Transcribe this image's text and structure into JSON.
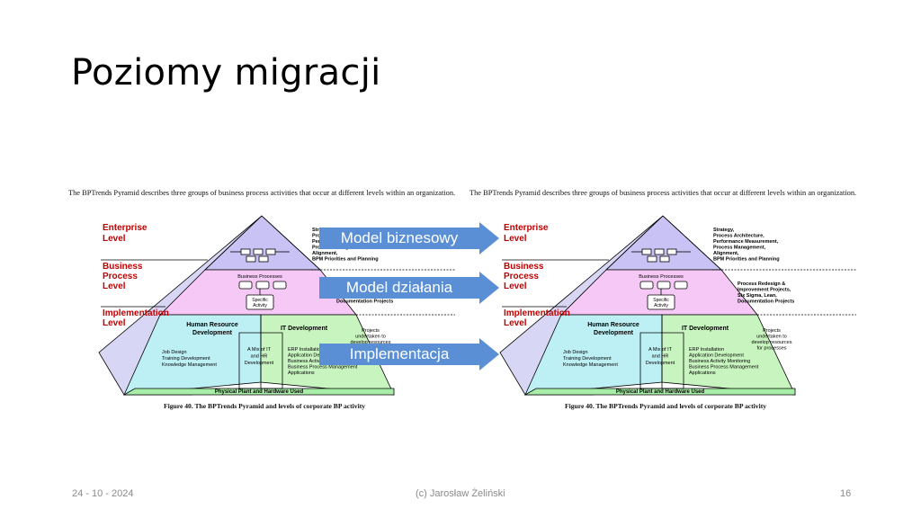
{
  "slide": {
    "title": "Poziomy migracji",
    "footer_date": "24 - 10 - 2024",
    "footer_author": "(c) Jarosław Żeliński",
    "footer_page": "16"
  },
  "figure": {
    "intro": "The BPTrends Pyramid describes three groups of business process activities that occur at different levels within an organization.",
    "caption": "Figure 40.  The BPTrends Pyramid and levels of corporate BP activity",
    "levels": {
      "enterprise": [
        "Enterprise",
        "Level"
      ],
      "process": [
        "Business",
        "Process",
        "Level"
      ],
      "implementation": [
        "Implementation",
        "Level"
      ]
    },
    "business_processes": "Business Processes",
    "specific_activity": [
      "Specific",
      "Activity"
    ],
    "hr_title": [
      "Human Resource",
      "Development"
    ],
    "it_title": "IT Development",
    "hr_items": [
      "Job Design",
      "Training Development",
      "Knowledge Management"
    ],
    "mix_items": [
      "A Mix of IT",
      "and HR",
      "Development"
    ],
    "it_items": [
      "ERP Installation",
      "Application Development",
      "Business Activity Monitoring",
      "Business Process Management",
      "Applications"
    ],
    "base": "Physical Plant and Hardware Used",
    "notes_enterprise": [
      "Strategy,",
      "Process Architecture,",
      "Performance Measurement,",
      "Process Management,",
      "Alignment,",
      "BPM Priorities and Planning"
    ],
    "notes_process": [
      "Process Redesign &",
      "Improvement Projects,",
      "Six Sigma, Lean,",
      "Documentation Projects"
    ],
    "notes_impl": [
      "Projects",
      "undertaken to",
      "develop resources",
      "for processes"
    ]
  },
  "arrows": {
    "a1": "Model biznesowy",
    "a2": "Model działania",
    "a3": "Implementacja"
  },
  "colors": {
    "enterprise": "#c8c3f4",
    "process": "#f5c8f5",
    "hr": "#bdf0f5",
    "it": "#c8f5bf",
    "base": "#a8eea8",
    "left_face": "#d7d7f5",
    "arrow": "#5b8fd5"
  }
}
